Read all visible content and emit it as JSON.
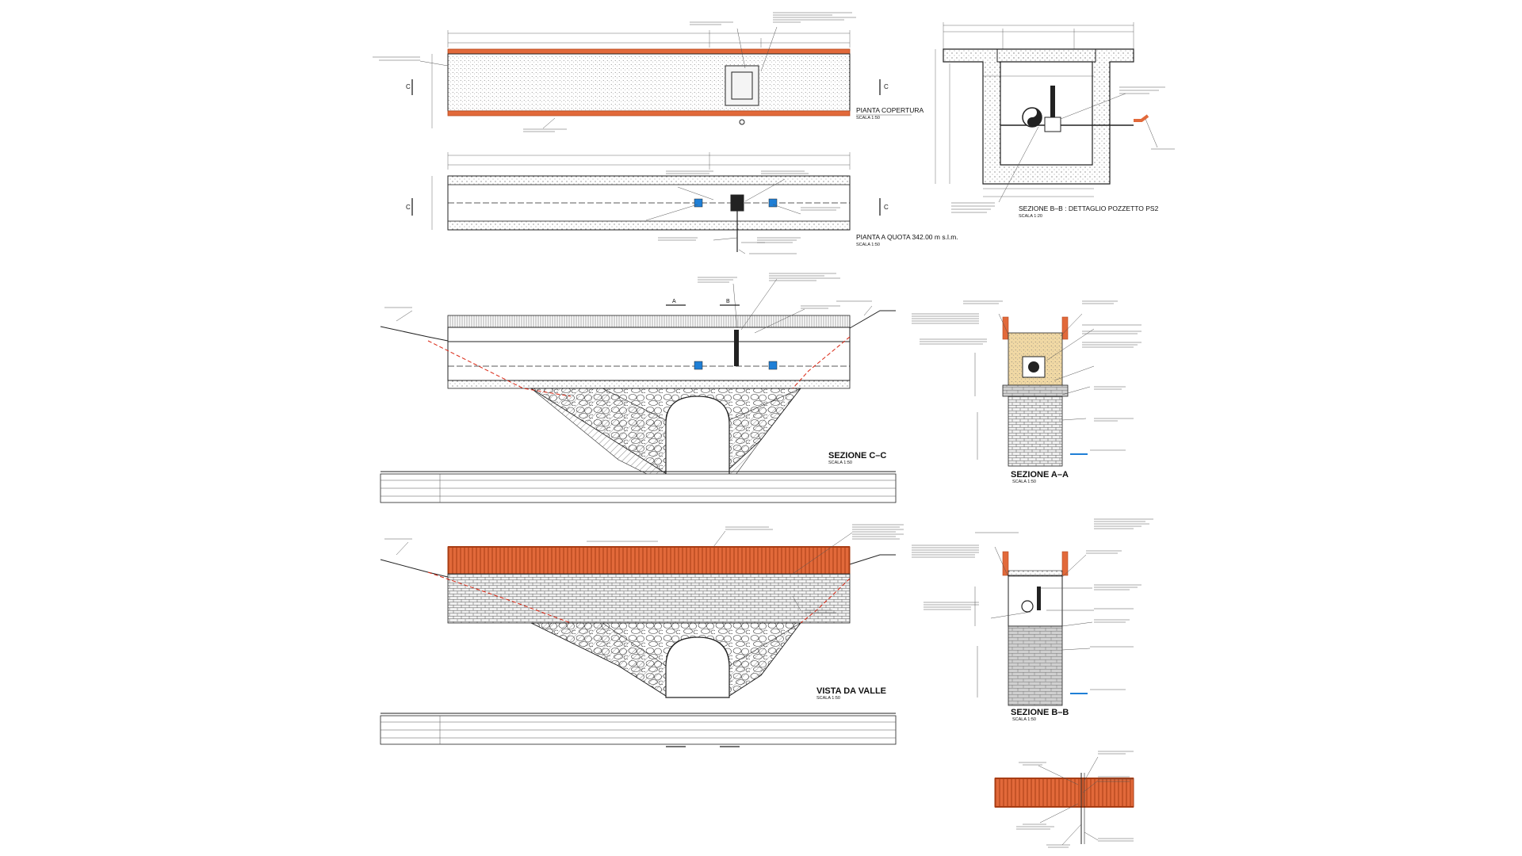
{
  "colors": {
    "line": "#222222",
    "fill": "#ffffff",
    "parapet": "#e2693a",
    "parapet_dark": "#b6481e",
    "masonry": "#bdbdbd",
    "dashed": "#d9230f",
    "water": "#1f7fd6"
  },
  "views": {
    "pianta_copertura": {
      "title": "PIANTA COPERTURA",
      "scale": "SCALA 1:50"
    },
    "pianta_quota": {
      "title": "PIANTA A QUOTA 342.00 m s.l.m.",
      "scale": "SCALA 1:50"
    },
    "sezione_bb_detail": {
      "title": "SEZIONE B–B : DETTAGLIO POZZETTO PS2",
      "scale": "SCALA 1:20"
    },
    "sezione_cc": {
      "title": "SEZIONE C–C",
      "scale": "SCALA 1:50"
    },
    "sezione_aa": {
      "title": "SEZIONE A–A",
      "scale": "SCALA 1:50"
    },
    "vista_valle": {
      "title": "VISTA DA VALLE",
      "scale": "SCALA 1:50"
    },
    "sezione_bb": {
      "title": "SEZIONE B–B",
      "scale": "SCALA 1:50"
    }
  },
  "section_marks": {
    "a": "A",
    "b": "B",
    "c": "C"
  }
}
